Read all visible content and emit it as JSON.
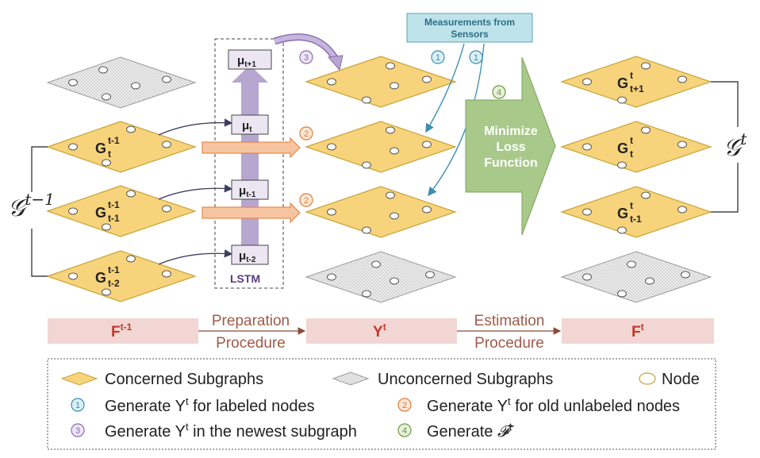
{
  "colors": {
    "concerned_fill": "#f7d37b",
    "concerned_stroke": "#c9a43a",
    "unconcerned_fill": "#e6e6e6",
    "lstm_arrow": "#b7a6cf",
    "prep_arrow": "#f6c4a1",
    "bar_fill": "#f2d6d3",
    "sensor_fill": "#bfe3ea",
    "loss_fill": "#a8c98a",
    "circle1": "#3a8fb0",
    "circle2": "#e07b39",
    "circle3": "#8a6ab0",
    "circle4": "#6a9a3a"
  },
  "left_group": {
    "label": "𝒢",
    "label_sup": "t−1",
    "subgraphs": [
      {
        "base": "G",
        "sub": "t",
        "sup": "t-1"
      },
      {
        "base": "G",
        "sub": "t-1",
        "sup": "t-1"
      },
      {
        "base": "G",
        "sub": "t-2",
        "sup": "t-1"
      }
    ]
  },
  "lstm": {
    "label": "LSTM",
    "cells": [
      {
        "base": "μ",
        "sub": "t+1"
      },
      {
        "base": "μ",
        "sub": "t"
      },
      {
        "base": "μ",
        "sub": "t-1"
      },
      {
        "base": "μ",
        "sub": "t-2"
      }
    ]
  },
  "sensors": {
    "line1": "Measurements from",
    "line2": "Sensors"
  },
  "loss": {
    "line1": "Minimize",
    "line2": "Loss",
    "line3": "Function"
  },
  "right_group": {
    "label": "𝒢",
    "label_sup": "t",
    "subgraphs": [
      {
        "base": "G",
        "sub": "t+1",
        "sup": "t"
      },
      {
        "base": "G",
        "sub": "t",
        "sup": "t"
      },
      {
        "base": "G",
        "sub": "t-1",
        "sup": "t"
      }
    ]
  },
  "markers": {
    "one": "1",
    "two": "2",
    "three": "3",
    "four": "4"
  },
  "bottom_bar": {
    "f_prev": {
      "base": "F",
      "sup": "t-1"
    },
    "y": {
      "base": "Y",
      "sup": "t"
    },
    "f_cur": {
      "base": "F",
      "sup": "t"
    },
    "prep_line1": "Preparation",
    "prep_line2": "Procedure",
    "est_line1": "Estimation",
    "est_line2": "Procedure"
  },
  "legend": {
    "concerned": "Concerned Subgraphs",
    "unconcerned": "Unconcerned Subgraphs",
    "node": "Node",
    "item1_pre": "Generate Y",
    "item1_sup": "t",
    "item1_post": " for labeled nodes",
    "item2_pre": "Generate Y",
    "item2_sup": "t",
    "item2_post": " for old unlabeled nodes",
    "item3_pre": "Generate Y",
    "item3_sup": "t",
    "item3_post": " in the newest subgraph",
    "item4_pre": "Generate ",
    "item4_script": "𝓕",
    "item4_sup": "t"
  }
}
